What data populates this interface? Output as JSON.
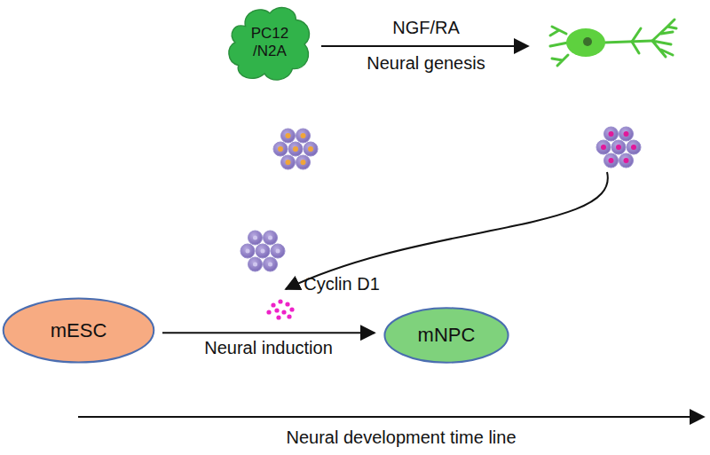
{
  "diagram": {
    "nodes": [
      {
        "text": [
          "PC12 /N2A"
        ]
      },
      {
        "text": [
          "mESC"
        ]
      },
      {
        "text": [
          "mNPC"
        ]
      }
    ],
    "edges": [
      {
        "from": 1,
        "to": 2,
        "arrow": "to",
        "label": "Neural induction"
      }
    ],
    "labels": [
      "NGF/RA",
      "Neural genesis",
      "Cyclin D1",
      "Neural development time line"
    ]
  }
}
